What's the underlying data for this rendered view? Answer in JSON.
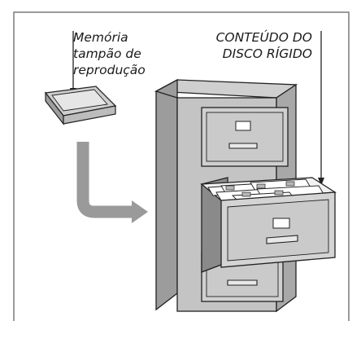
{
  "labels": {
    "buffer": [
      "Memória",
      "tampão de",
      "reprodução"
    ],
    "hard_disk": [
      "CONTEÚDO DO",
      "DISCO RÍGIDO"
    ]
  },
  "colors": {
    "frame": "#7a7a7a",
    "cabinet_light": "#d2d2d2",
    "cabinet_mid": "#b4b4b4",
    "cabinet_dark": "#8c8c8c",
    "arrow_grey": "#9a9a9a",
    "outline": "#222222"
  },
  "icons": [
    "inbox-tray-icon",
    "file-cabinet-icon",
    "down-arrow-icon",
    "bent-arrow-icon"
  ]
}
